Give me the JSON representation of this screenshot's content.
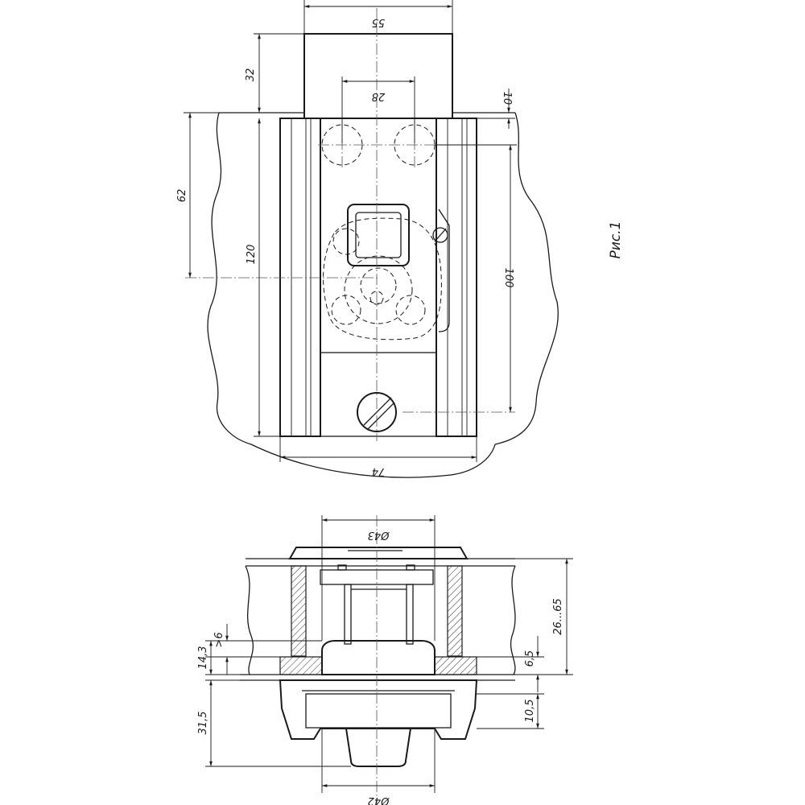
{
  "figure": {
    "caption": "Рис.1"
  },
  "top_view": {
    "dims": {
      "width_top": "55",
      "bolt_spacing": "28",
      "top_ext": "32",
      "gap": "10",
      "depth_62": "62",
      "height_120": "120",
      "height_100": "100",
      "width_74": "74"
    }
  },
  "section_view": {
    "dims": {
      "diam_top": "Ø43",
      "diam_bottom": "Ø42",
      "height_2665": "26...65",
      "gt6": ">6",
      "h143": "14,3",
      "h65": "6,5",
      "h315": "31,5",
      "h105": "10,5"
    }
  }
}
